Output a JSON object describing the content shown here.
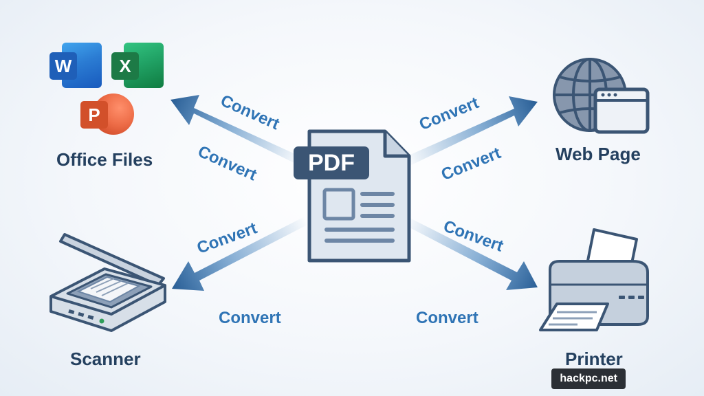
{
  "center": {
    "badge": "PDF"
  },
  "nodes": {
    "office": "Office Files",
    "web": "Web Page",
    "scanner": "Scanner",
    "printer": "Printer"
  },
  "arrows": {
    "office_top": "Convert",
    "office_bottom": "Convert",
    "web_top": "Convert",
    "web_bottom": "Convert",
    "scanner_top": "Convert",
    "scanner_bottom": "Convert",
    "printer_top": "Convert",
    "printer_bottom": "Convert"
  },
  "office_apps": {
    "word": "W",
    "excel": "X",
    "powerpoint": "P"
  },
  "watermark": "hackpc.net",
  "colors": {
    "arrow": "#2f74b5",
    "label": "#24405f",
    "icon_outline": "#3b5574",
    "word": "#1f5fb8",
    "excel": "#1d7a46",
    "powerpoint": "#d2502a",
    "background": "#f4f7fb"
  }
}
